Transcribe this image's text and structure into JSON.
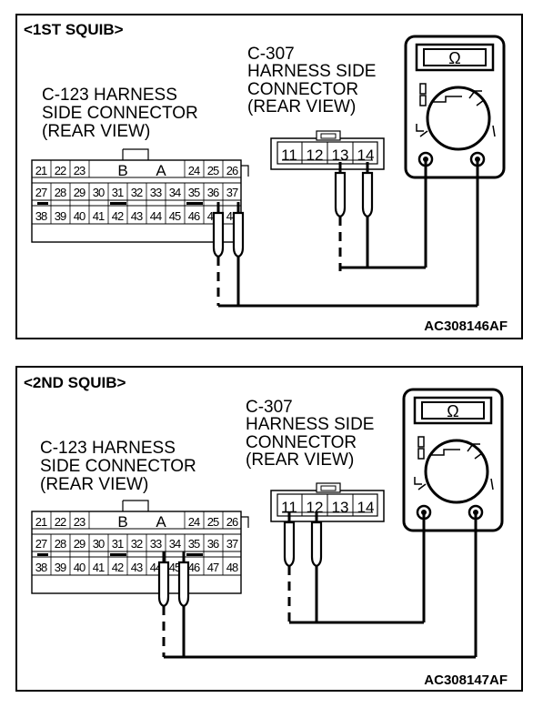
{
  "panels": [
    {
      "title": "<1ST SQUIB>",
      "c307_label": [
        "C-307",
        "HARNESS SIDE",
        "CONNECTOR",
        "(REAR VIEW)"
      ],
      "c123_label": [
        "C-123 HARNESS",
        "SIDE CONNECTOR",
        "(REAR VIEW)"
      ],
      "c307_pins": [
        "11",
        "12",
        "13",
        "14"
      ],
      "c123_row1": [
        "21",
        "22",
        "23",
        "B",
        "A",
        "24",
        "25",
        "26"
      ],
      "c123_row2": [
        "27",
        "28",
        "29",
        "30",
        "31",
        "32",
        "33",
        "34",
        "35",
        "36",
        "37"
      ],
      "c123_row3": [
        "38",
        "39",
        "40",
        "41",
        "42",
        "43",
        "44",
        "45",
        "46",
        "47",
        "48"
      ],
      "code": "AC308146AF"
    },
    {
      "title": "<2ND SQUIB>",
      "c307_label": [
        "C-307",
        "HARNESS SIDE",
        "CONNECTOR",
        "(REAR VIEW)"
      ],
      "c123_label": [
        "C-123 HARNESS",
        "SIDE CONNECTOR",
        "(REAR VIEW)"
      ],
      "c307_pins": [
        "11",
        "12",
        "13",
        "14"
      ],
      "c123_row1": [
        "21",
        "22",
        "23",
        "B",
        "A",
        "24",
        "25",
        "26"
      ],
      "c123_row2": [
        "27",
        "28",
        "29",
        "30",
        "31",
        "32",
        "33",
        "34",
        "35",
        "36",
        "37"
      ],
      "c123_row3": [
        "38",
        "39",
        "40",
        "41",
        "42",
        "43",
        "44",
        "45",
        "46",
        "47",
        "48"
      ],
      "code": "AC308147AF"
    }
  ],
  "meter": {
    "symbol": "Ω",
    "icon": "ohm-icon"
  }
}
